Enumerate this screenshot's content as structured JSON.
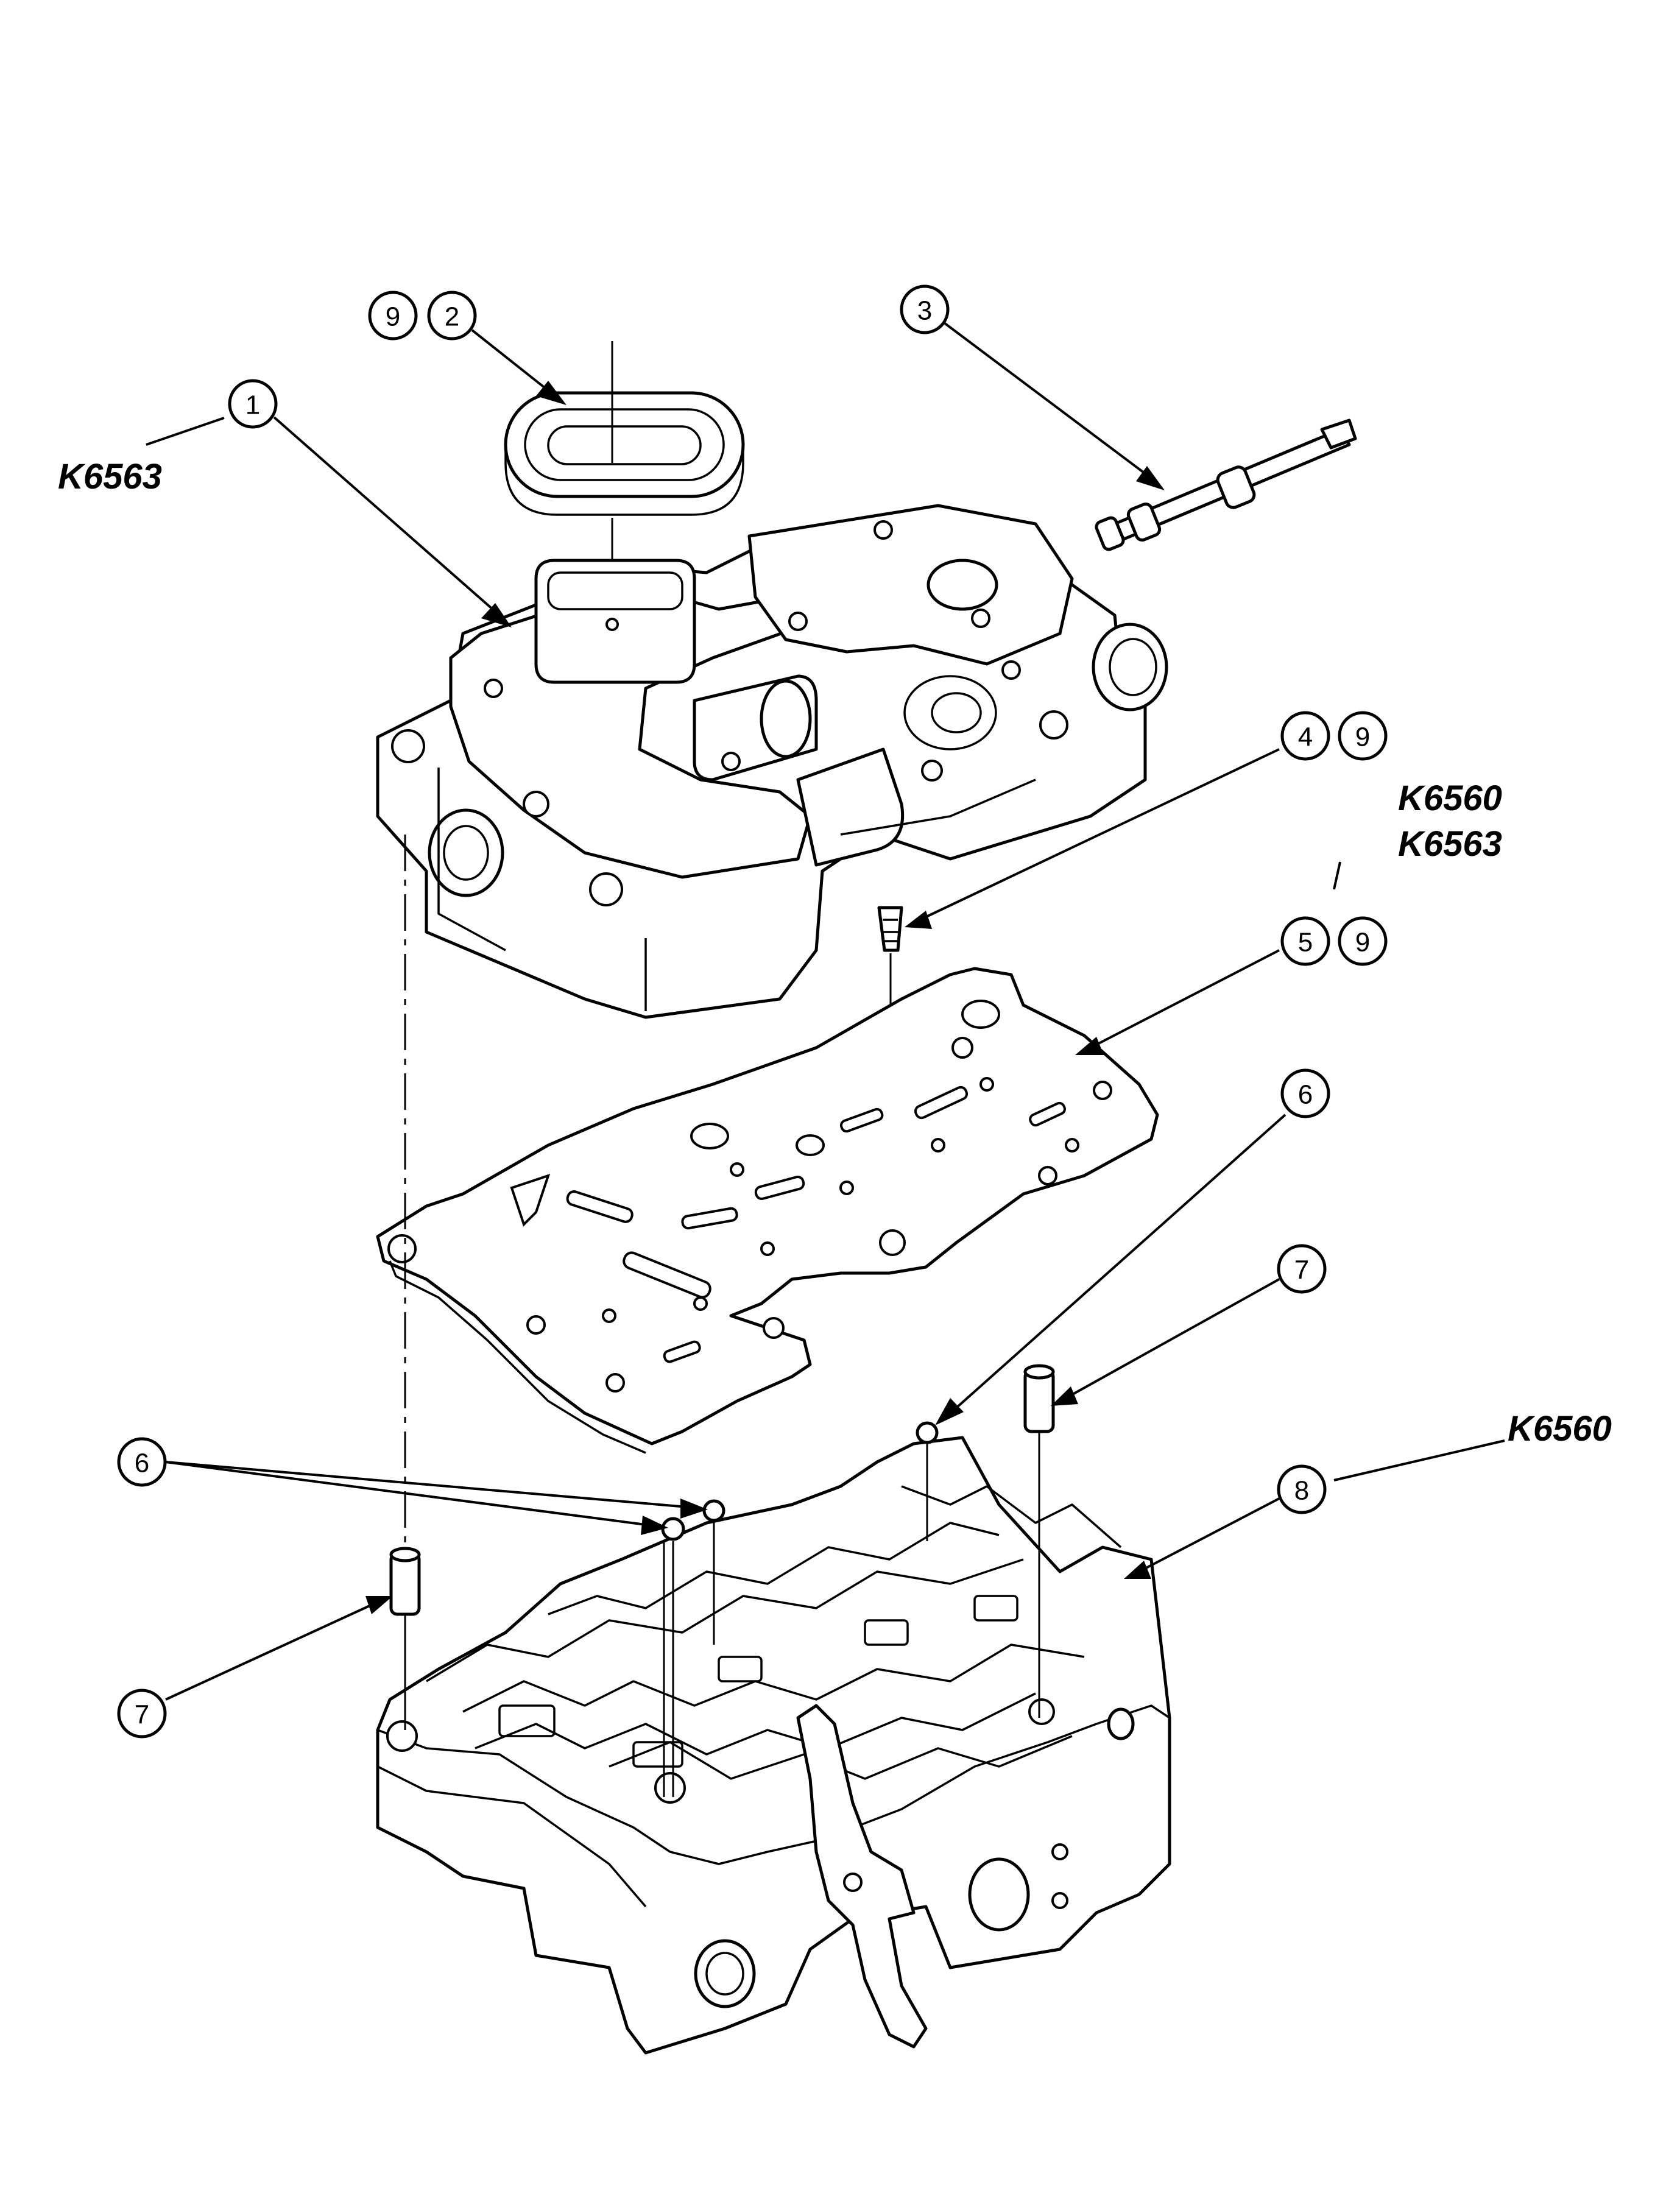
{
  "labels": {
    "k6563_top": "K6563",
    "k6560_mid": "K6560",
    "k6563_mid": "K6563",
    "k6560_right": "K6560"
  },
  "callouts": {
    "c1": "1",
    "c2": "2",
    "c9a": "9",
    "c3": "3",
    "c4": "4",
    "c9b": "9",
    "c5": "5",
    "c9c": "9",
    "c6_right": "6",
    "c7_right": "7",
    "c6_left": "6",
    "c8": "8",
    "c7_left": "7"
  }
}
